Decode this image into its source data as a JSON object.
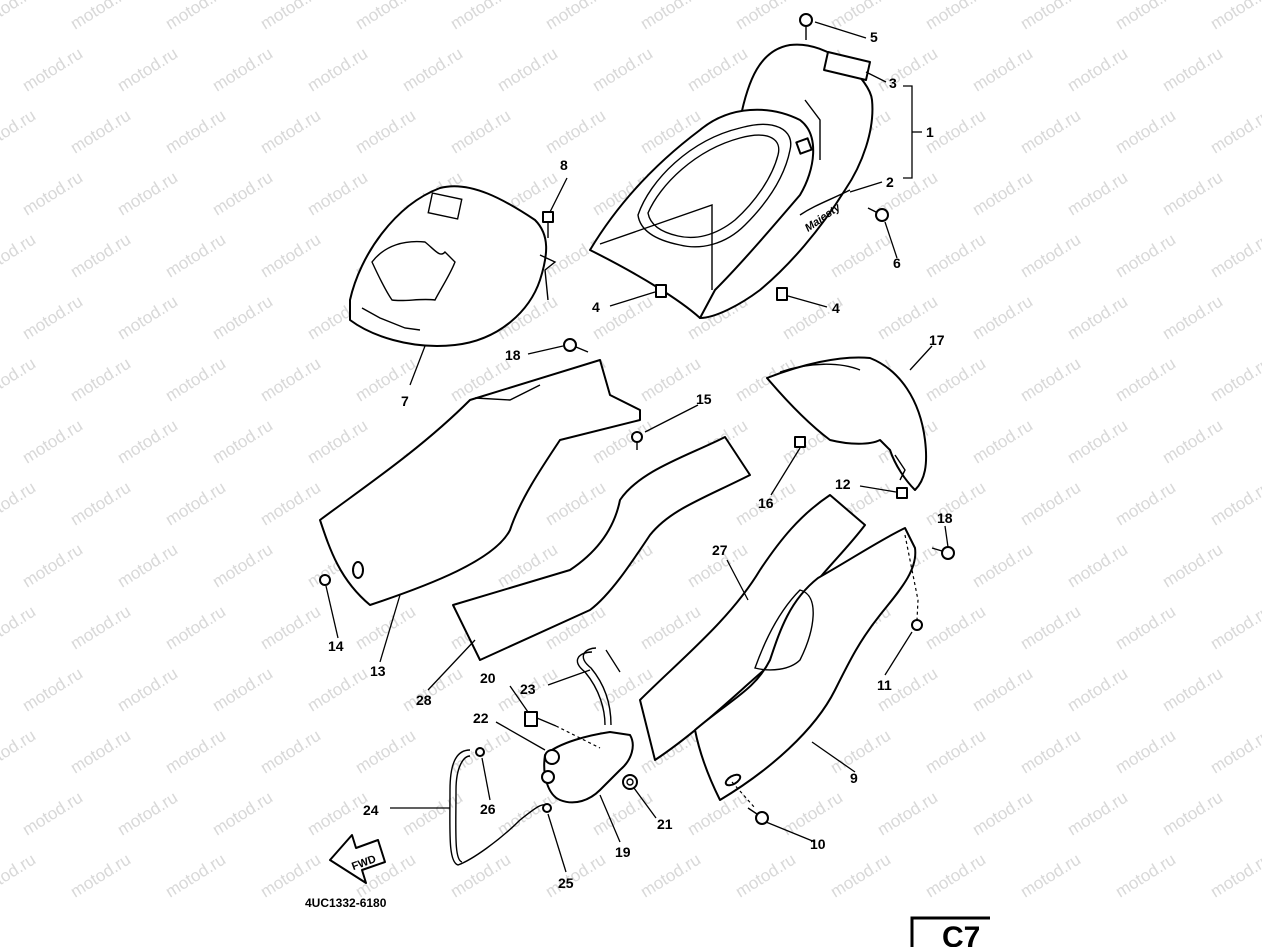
{
  "watermark": "motod.ru",
  "diagram_code": "4UC1332-6180",
  "page_label": "C7",
  "fwd_label": "FWD",
  "callouts": {
    "n1": "1",
    "n2": "2",
    "n3": "3",
    "n4a": "4",
    "n4b": "4",
    "n5": "5",
    "n6": "6",
    "n7": "7",
    "n8": "8",
    "n9": "9",
    "n10": "10",
    "n11": "11",
    "n12": "12",
    "n13": "13",
    "n14": "14",
    "n15": "15",
    "n16": "16",
    "n17": "17",
    "n18a": "18",
    "n18b": "18",
    "n19": "19",
    "n20": "20",
    "n21": "21",
    "n22": "22",
    "n23": "23",
    "n24": "24",
    "n25": "25",
    "n26": "26",
    "n27": "27",
    "n28": "28"
  }
}
